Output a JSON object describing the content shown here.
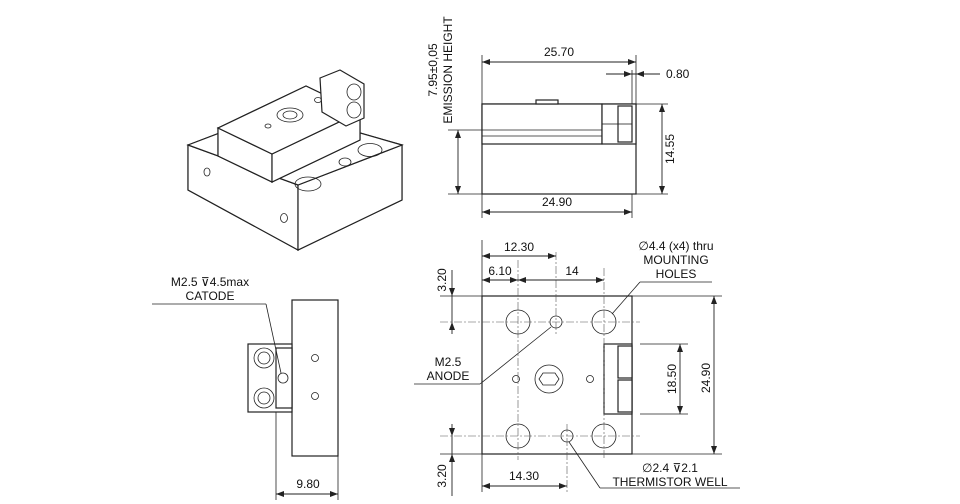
{
  "dimensions": {
    "emission_height_value": "7.95±0,05",
    "emission_height_label": "EMISSION HEIGHT",
    "top_length": "25.70",
    "top_offset": "0.80",
    "side_height": "14.55",
    "bottom_length": "24.90",
    "hole_spacing_x": "12.30",
    "hole_offset_x": "6.10",
    "hole_pitch": "14",
    "top_edge": "3.20",
    "hole_spacing_y": "18.50",
    "overall_height": "24.90",
    "bottom_edge": "3.20",
    "thermistor_x": "14.30",
    "side_width": "9.80"
  },
  "callouts": {
    "mounting_holes": [
      "∅4.4 (x4) thru",
      "MOUNTING",
      "HOLES"
    ],
    "anode": [
      "M2.5",
      "ANODE"
    ],
    "catode": [
      "M2.5 ⊽4.5max",
      "CATODE"
    ],
    "thermistor": [
      "∅2.4 ⊽2.1",
      "THERMISTOR WELL"
    ]
  }
}
